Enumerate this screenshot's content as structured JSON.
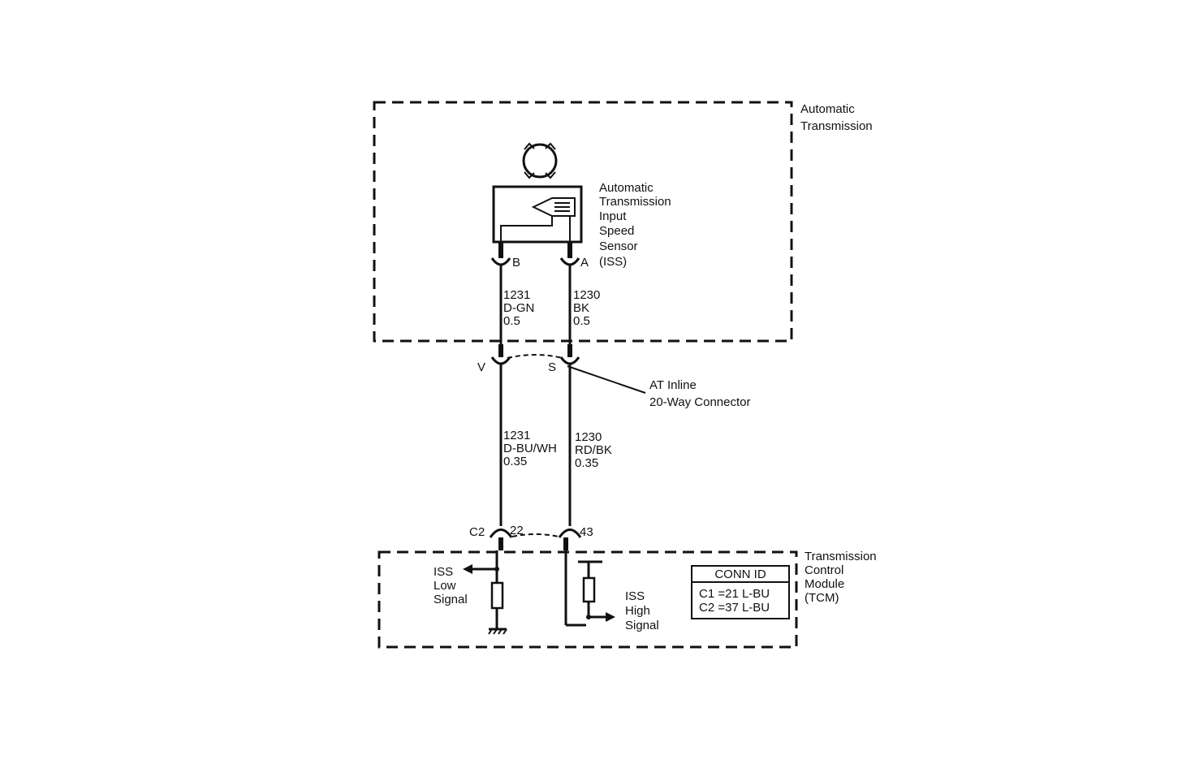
{
  "at_box": {
    "label_line1": "Automatic",
    "label_line2": "Transmission"
  },
  "sensor": {
    "line1": "Automatic",
    "line2": "Transmission",
    "line3": "Input",
    "line4": "Speed",
    "line5": "Sensor",
    "line6": "(ISS)",
    "pin_b": "B",
    "pin_a": "A"
  },
  "wires_upper": {
    "left": {
      "circuit": "1231",
      "color": "D-GN",
      "size": "0.5"
    },
    "right": {
      "circuit": "1230",
      "color": "BK",
      "size": "0.5"
    }
  },
  "inline_connector": {
    "pin_left": "V",
    "pin_right": "S",
    "label_line1": "AT Inline",
    "label_line2": "20-Way Connector"
  },
  "wires_lower": {
    "left": {
      "circuit": "1231",
      "color": "D-BU/WH",
      "size": "0.35"
    },
    "right": {
      "circuit": "1230",
      "color": "RD/BK",
      "size": "0.35"
    }
  },
  "tcm_connector": {
    "id": "C2",
    "pin_left": "22",
    "pin_right": "43"
  },
  "tcm_box": {
    "label_line1": "Transmission",
    "label_line2": "Control",
    "label_line3": "Module",
    "label_line4": "(TCM)"
  },
  "iss_low": {
    "line1": "ISS",
    "line2": "Low",
    "line3": "Signal"
  },
  "iss_high": {
    "line1": "ISS",
    "line2": "High",
    "line3": "Signal"
  },
  "conn_id_table": {
    "header": "CONN ID",
    "rows": [
      "C1 =21 L-BU",
      "C2 =37 L-BU"
    ]
  }
}
